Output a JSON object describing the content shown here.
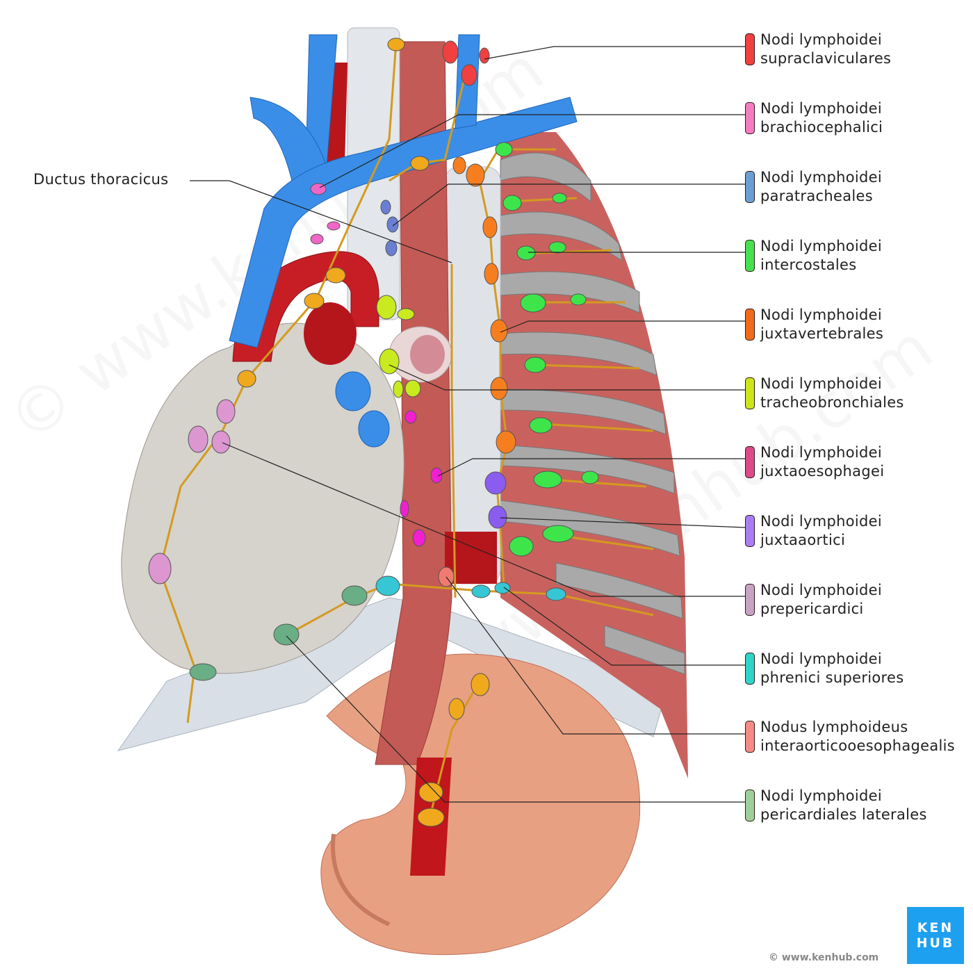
{
  "ductus_label": "Ductus thoracicus",
  "labels": [
    {
      "line1": "Nodi lymphoidei",
      "line2": "supraclaviculares",
      "color": "#f04040"
    },
    {
      "line1": "Nodi lymphoidei",
      "line2": "brachiocephalici",
      "color": "#f47cc0"
    },
    {
      "line1": "Nodi lymphoidei",
      "line2": "paratracheales",
      "color": "#6a9fd4"
    },
    {
      "line1": "Nodi lymphoidei",
      "line2": "intercostales",
      "color": "#45e24e"
    },
    {
      "line1": "Nodi lymphoidei",
      "line2": "juxtavertebrales",
      "color": "#f26a1b"
    },
    {
      "line1": "Nodi lymphoidei",
      "line2": "tracheobronchiales",
      "color": "#cde61a"
    },
    {
      "line1": "Nodi lymphoidei",
      "line2": "juxtaoesophagei",
      "color": "#dc4a8c"
    },
    {
      "line1": "Nodi lymphoidei",
      "line2": "juxtaaortici",
      "color": "#a97ef5"
    },
    {
      "line1": "Nodi lymphoidei",
      "line2": "prepericardici",
      "color": "#c9a3c4"
    },
    {
      "line1": "Nodi lymphoidei",
      "line2": "phrenici superiores",
      "color": "#2fd4c8"
    },
    {
      "line1": "Nodus lymphoideus",
      "line2": "interaorticooesophagealis",
      "color": "#f58a86"
    },
    {
      "line1": "Nodi lymphoidei",
      "line2": "pericardiales laterales",
      "color": "#9fd09a"
    }
  ],
  "logo": {
    "line1": "KEN",
    "line2": "HUB"
  },
  "copyright": "© www.kenhub.com",
  "watermark": "© www.kenhub.com"
}
